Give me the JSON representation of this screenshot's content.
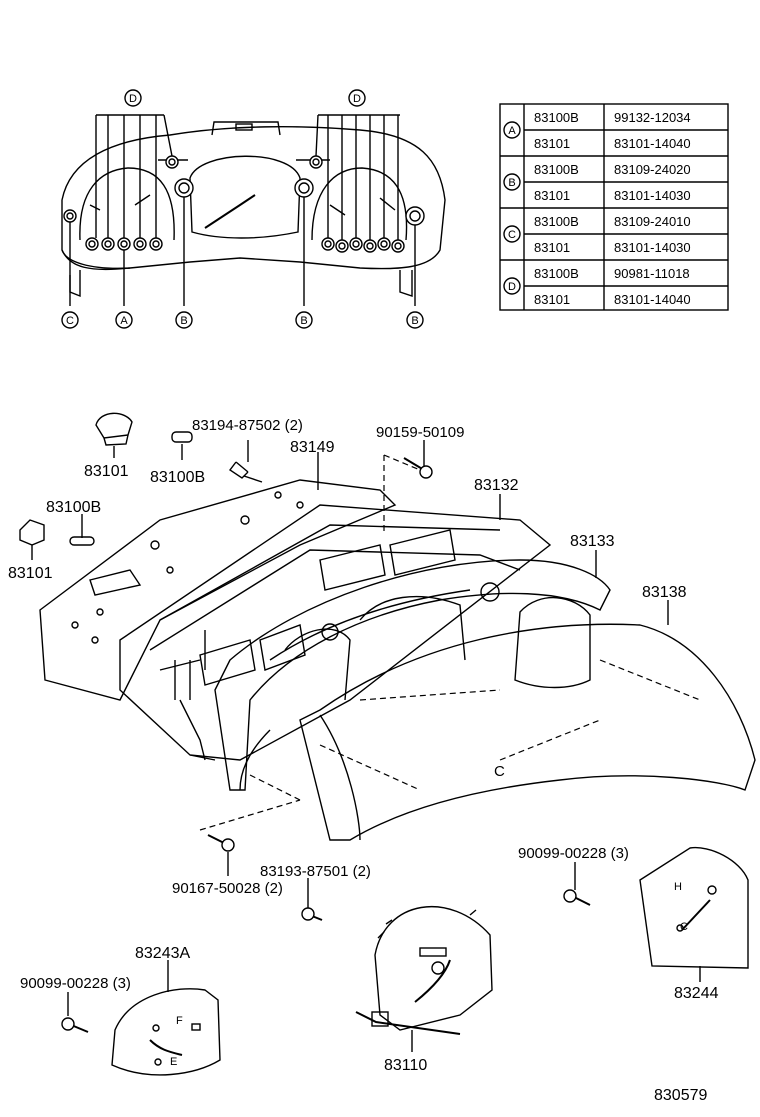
{
  "legend_table": {
    "rows": [
      {
        "key": "A",
        "model": "83100B",
        "part": "99132-12034"
      },
      {
        "key": "A",
        "model": "83101",
        "part": "83101-14040"
      },
      {
        "key": "B",
        "model": "83100B",
        "part": "83109-24020"
      },
      {
        "key": "B",
        "model": "83101",
        "part": "83101-14030"
      },
      {
        "key": "C",
        "model": "83100B",
        "part": "83109-24010"
      },
      {
        "key": "C",
        "model": "83101",
        "part": "83101-14030"
      },
      {
        "key": "D",
        "model": "83100B",
        "part": "90981-11018"
      },
      {
        "key": "D",
        "model": "83101",
        "part": "83101-14040"
      }
    ],
    "keys": [
      "A",
      "B",
      "C",
      "D"
    ]
  },
  "overview_callouts": {
    "d_left": "D",
    "d_right": "D",
    "bottom": [
      "C",
      "A",
      "B",
      "B",
      "B"
    ]
  },
  "parts": {
    "p83101_a": "83101",
    "p83100b_a": "83100B",
    "p83194": "83194-87502 (2)",
    "p83149": "83149",
    "p90159": "90159-50109",
    "p83132": "83132",
    "p83100b_b": "83100B",
    "p83101_b": "83101",
    "p83133": "83133",
    "p83138": "83138",
    "p90099_r": "90099-00228 (3)",
    "p83193": "83193-87501 (2)",
    "p90167": "90167-50028 (2)",
    "p83243a": "83243A",
    "p90099_l": "90099-00228 (3)",
    "p83244": "83244",
    "p83110": "83110",
    "gauge_c": "C",
    "gauge_h": "H",
    "gauge_f": "F",
    "gauge_e": "E",
    "fig_no": "830579"
  }
}
